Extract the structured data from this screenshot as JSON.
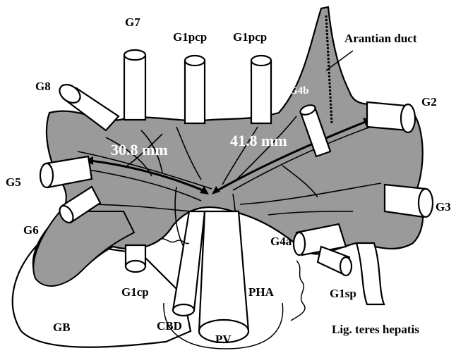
{
  "colors": {
    "liver": "#9a9a9a",
    "outline": "#000000",
    "background": "#ffffff",
    "measurement_text": "#ffffff"
  },
  "labels": {
    "g7": "G7",
    "g1pcp_left": "G1pcp",
    "g1pcp_right": "G1pcp",
    "arantian": "Arantian duct",
    "g8": "G8",
    "g4b": "G4b",
    "g2": "G2",
    "g5": "G5",
    "g3": "G3",
    "g6": "G6",
    "g4a": "G4a",
    "g1cp": "G1cp",
    "pha": "PHA",
    "g1sp": "G1sp",
    "gb": "GB",
    "cbd": "CBD",
    "pv": "PV",
    "lig": "Lig. teres hepatis"
  },
  "measurements": {
    "left": "30.8 mm",
    "right": "41.8 mm"
  }
}
